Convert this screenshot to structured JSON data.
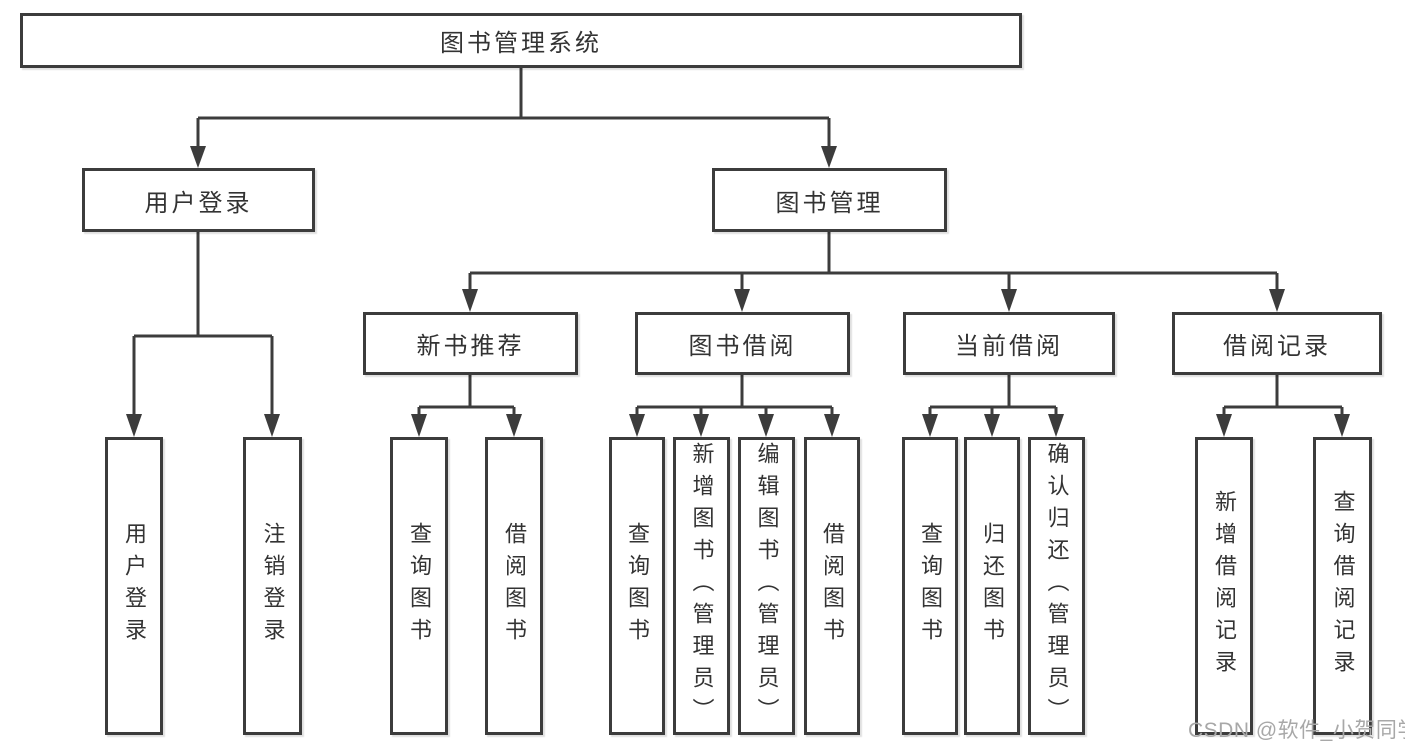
{
  "diagram": {
    "root": {
      "label": "图书管理系统"
    },
    "level2": [
      {
        "label": "用户登录"
      },
      {
        "label": "图书管理"
      }
    ],
    "level3": [
      {
        "label": "新书推荐",
        "parent": "图书管理"
      },
      {
        "label": "图书借阅",
        "parent": "图书管理"
      },
      {
        "label": "当前借阅",
        "parent": "图书管理"
      },
      {
        "label": "借阅记录",
        "parent": "图书管理"
      }
    ],
    "leaves": [
      {
        "label": "用户登录",
        "parent": "用户登录"
      },
      {
        "label": "注销登录",
        "parent": "用户登录"
      },
      {
        "label": "查询图书",
        "parent": "新书推荐"
      },
      {
        "label": "借阅图书",
        "parent": "新书推荐"
      },
      {
        "label": "查询图书",
        "parent": "图书借阅"
      },
      {
        "label": "新增图书（管理员）",
        "parent": "图书借阅"
      },
      {
        "label": "编辑图书（管理员）",
        "parent": "图书借阅"
      },
      {
        "label": "借阅图书",
        "parent": "图书借阅"
      },
      {
        "label": "查询图书",
        "parent": "当前借阅"
      },
      {
        "label": "归还图书",
        "parent": "当前借阅"
      },
      {
        "label": "确认归还（管理员）",
        "parent": "当前借阅"
      },
      {
        "label": "新增借阅记录",
        "parent": "借阅记录"
      },
      {
        "label": "查询借阅记录",
        "parent": "借阅记录"
      }
    ]
  },
  "watermark": {
    "text": "CSDN @软件_小贺同学"
  },
  "colors": {
    "line": "#3c3c3c",
    "text": "#333333",
    "watermark": "#a8a8a8",
    "background": "#ffffff"
  }
}
